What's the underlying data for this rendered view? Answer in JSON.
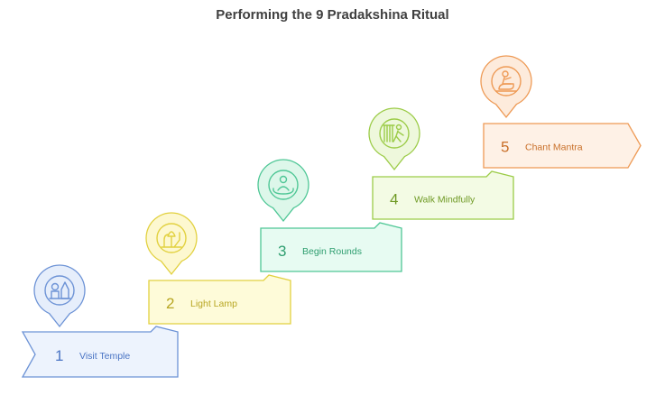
{
  "title": "Performing the 9 Pradakshina Ritual",
  "steps": [
    {
      "number": "1",
      "label": "Visit Temple",
      "icon": "temple-icon",
      "stroke": "#6d93d6",
      "fill": "#edf3fd",
      "pin_fill": "#e6eefb",
      "text_color": "#4a74c4"
    },
    {
      "number": "2",
      "label": "Light Lamp",
      "icon": "lamp-icon",
      "stroke": "#e2d140",
      "fill": "#fefbd9",
      "pin_fill": "#fdf8d0",
      "text_color": "#b8a622"
    },
    {
      "number": "3",
      "label": "Begin Rounds",
      "icon": "meditation-icon",
      "stroke": "#4fc796",
      "fill": "#e7fbf2",
      "pin_fill": "#ddf7ea",
      "text_color": "#2f9e70"
    },
    {
      "number": "4",
      "label": "Walk Mindfully",
      "icon": "walking-person-icon",
      "stroke": "#9ccc48",
      "fill": "#f3fbe4",
      "pin_fill": "#eef8dc",
      "text_color": "#6f9a25"
    },
    {
      "number": "5",
      "label": "Chant Mantra",
      "icon": "praying-person-icon",
      "stroke": "#ee9a55",
      "fill": "#fef1e6",
      "pin_fill": "#fdebdc",
      "text_color": "#c9702a"
    }
  ]
}
